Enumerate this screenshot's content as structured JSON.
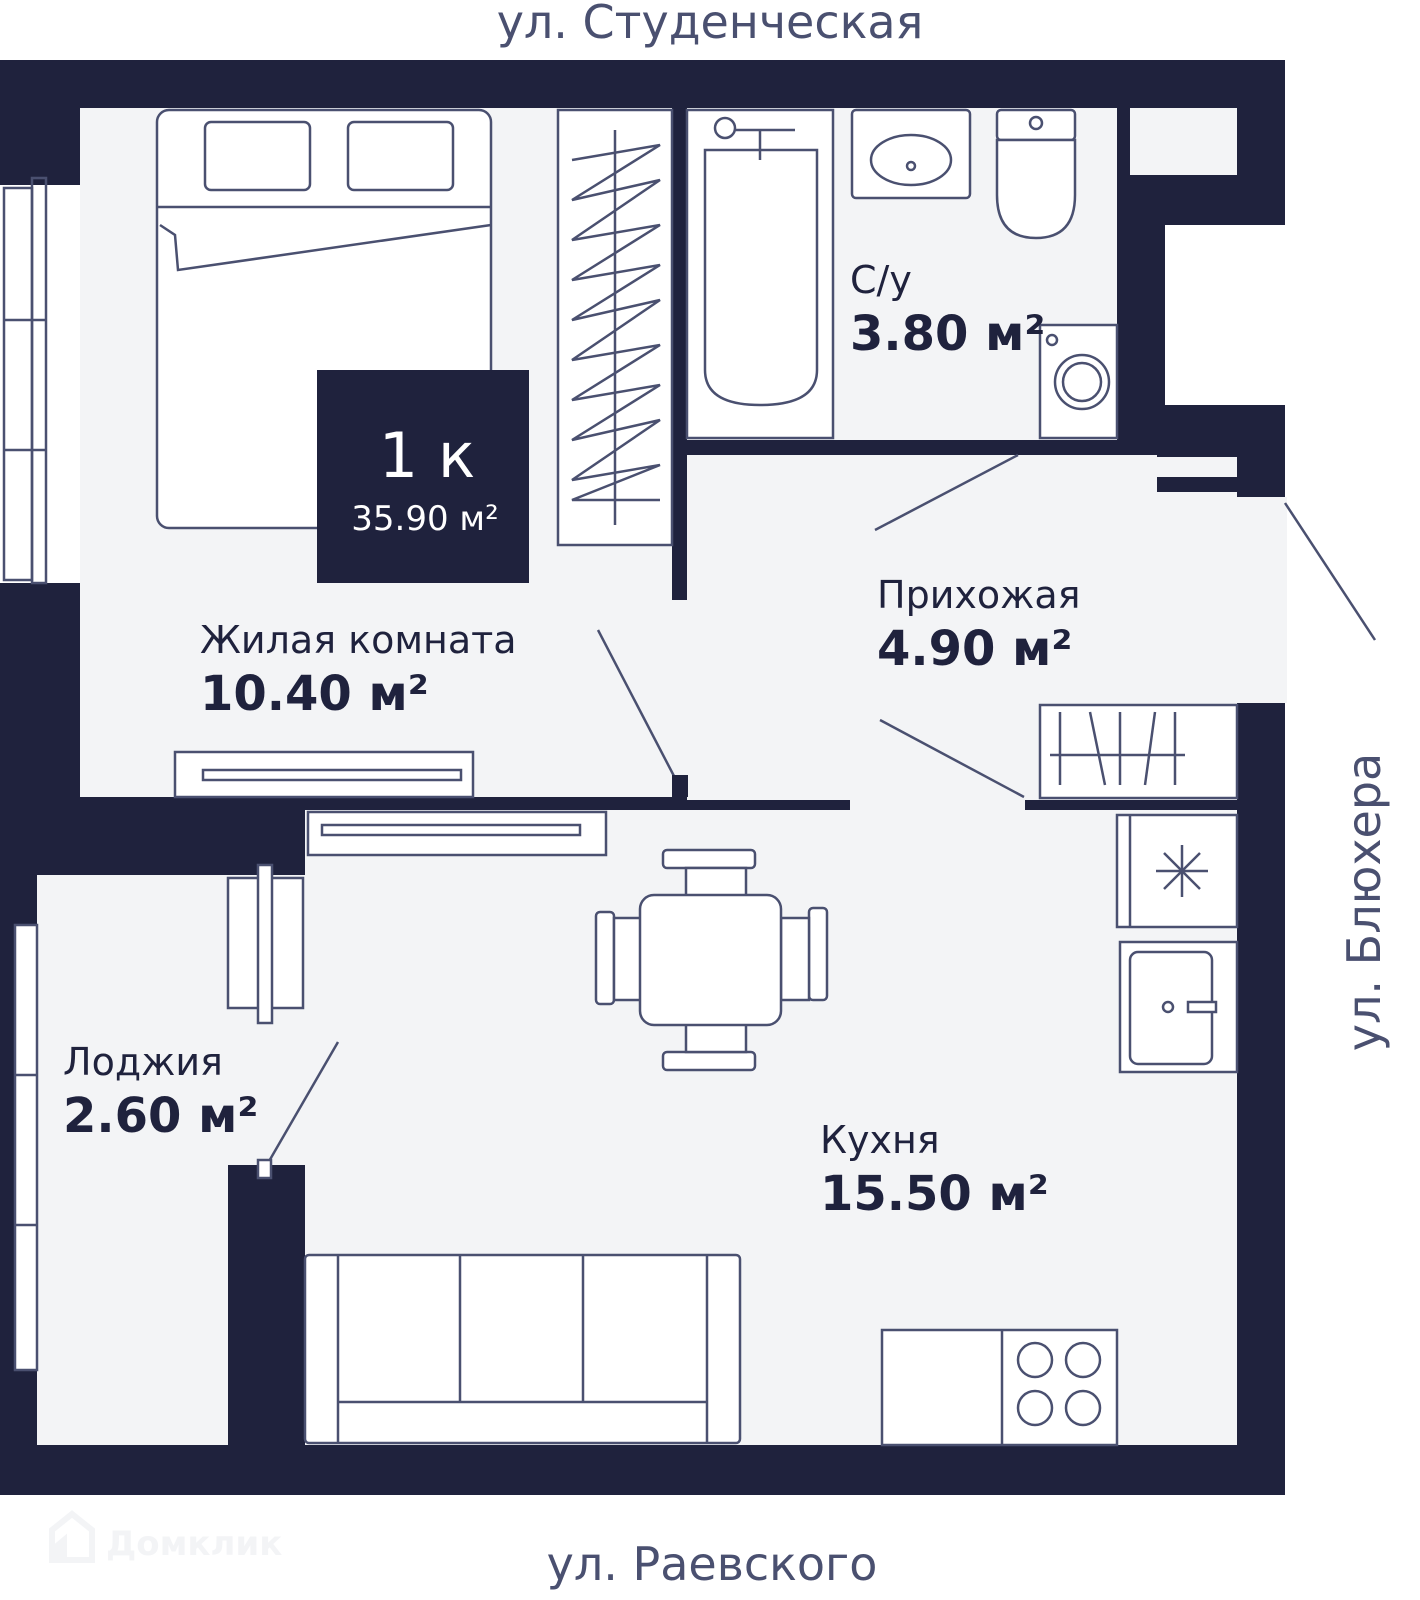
{
  "streets": {
    "top": "ул. Студенческая",
    "bottom": "ул. Раевского",
    "right": "ул. Блюхера"
  },
  "apartment": {
    "rooms_label": "1 к",
    "total_area": "35.90 м²"
  },
  "rooms": [
    {
      "name": "Жилая комната",
      "area": "10.40 м²"
    },
    {
      "name": "С/у",
      "area": "3.80 м²"
    },
    {
      "name": "Прихожая",
      "area": "4.90 м²"
    },
    {
      "name": "Лоджия",
      "area": "2.60 м²"
    },
    {
      "name": "Кухня",
      "area": "15.50 м²"
    }
  ],
  "watermark": "Домклик",
  "colors": {
    "wall": "#1f223d",
    "floor": "#f3f4f6",
    "line": "#4a5070"
  }
}
